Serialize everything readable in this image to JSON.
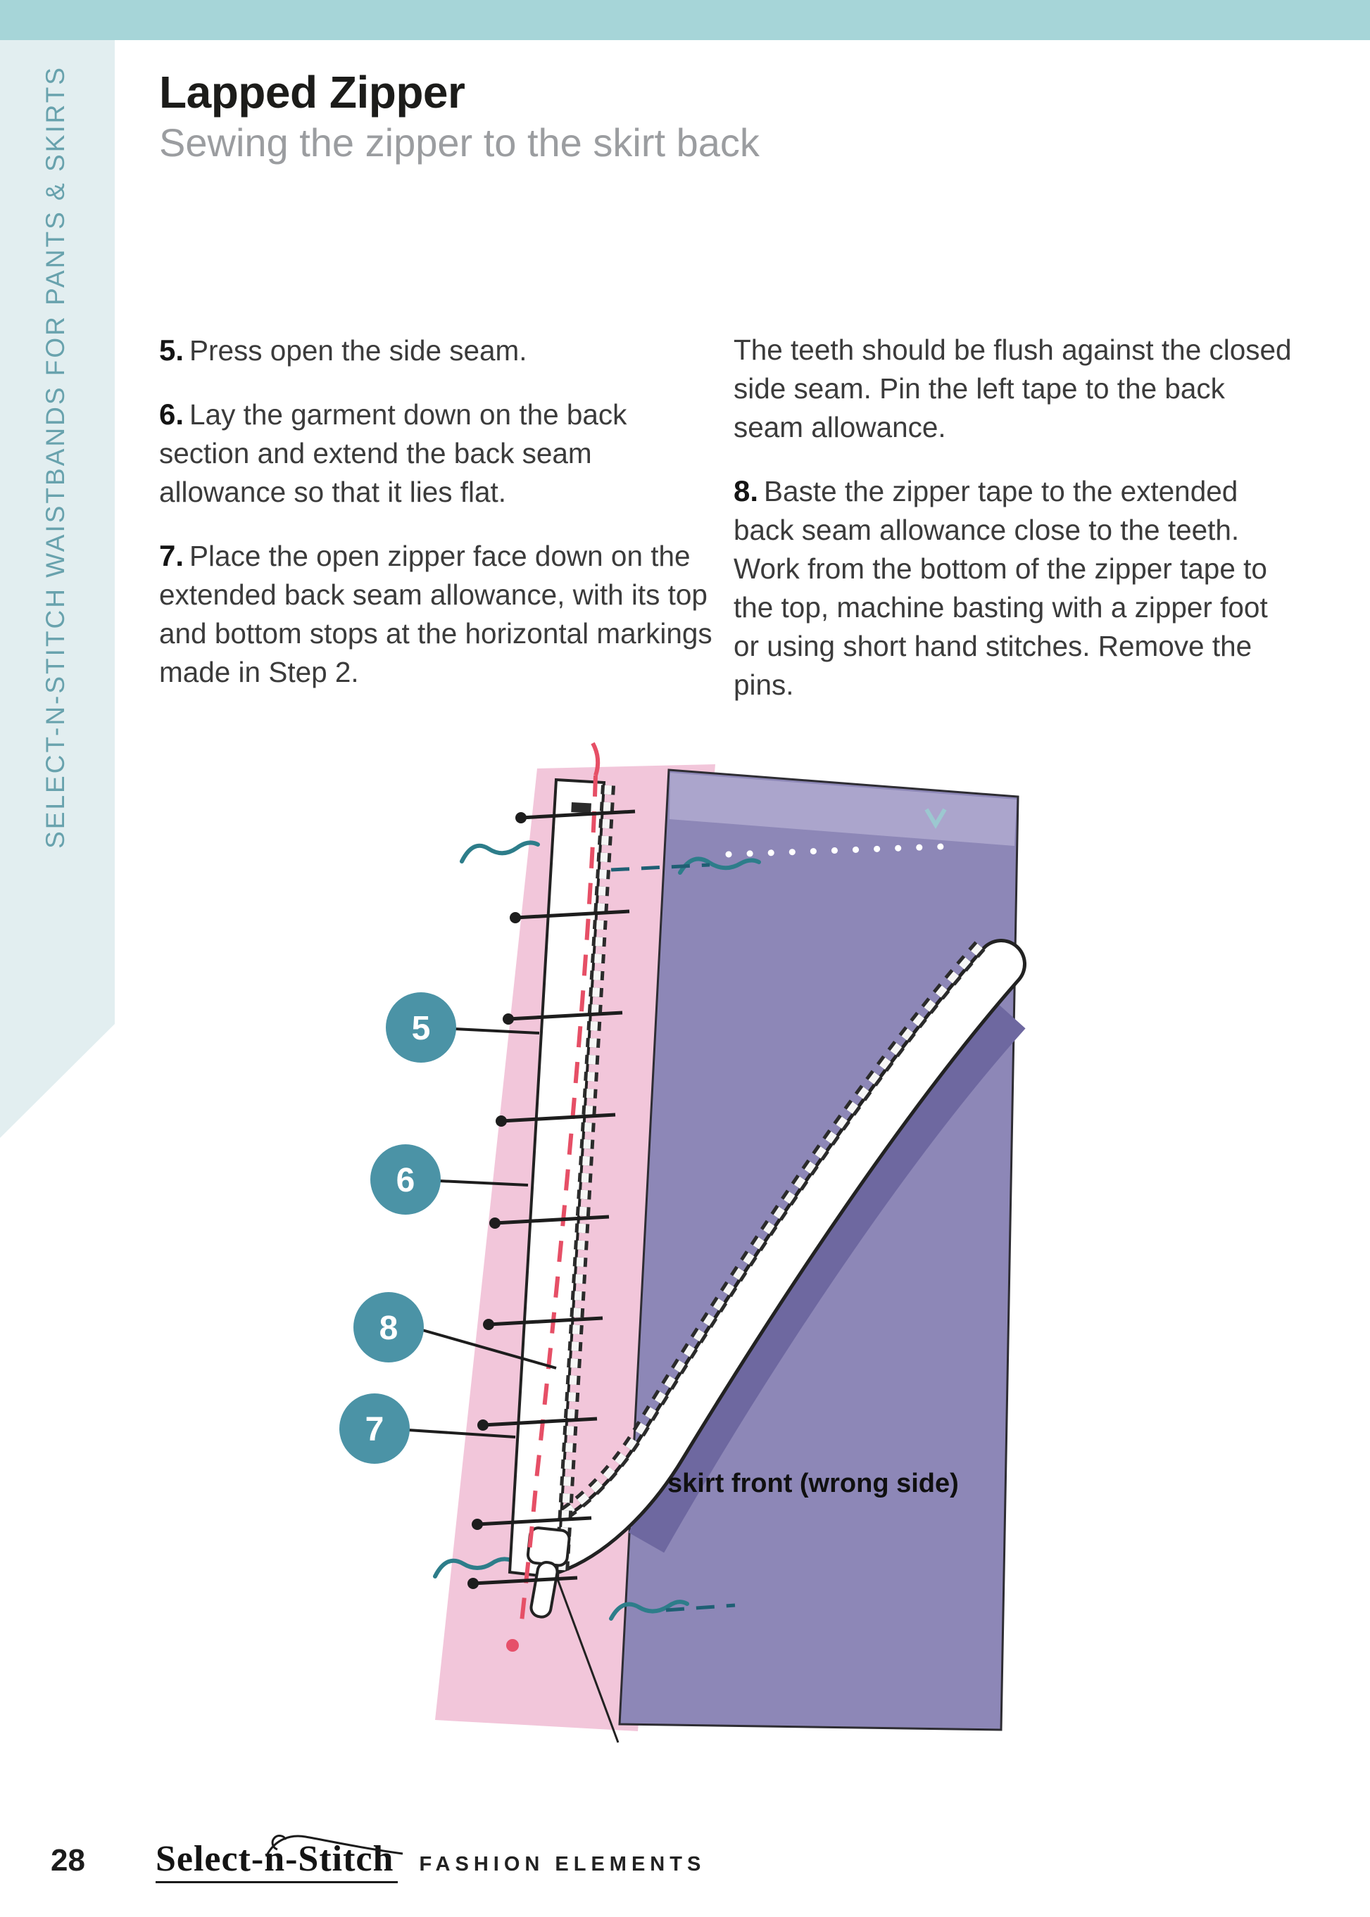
{
  "sidebar": {
    "vertical_text": "SELECT-N-STITCH WAISTBANDS FOR PANTS & SKIRTS"
  },
  "header": {
    "title": "Lapped Zipper",
    "subtitle": "Sewing the zipper to the skirt back"
  },
  "steps": {
    "left": [
      {
        "num": "5.",
        "text": "Press open the side seam."
      },
      {
        "num": "6.",
        "text": "Lay the garment down on the back section and extend the back seam allowance so that it lies flat."
      },
      {
        "num": "7.",
        "text": "Place the open zipper face down on the extended back seam allowance, with its top and bottom stops at the horizontal markings made in Step 2."
      }
    ],
    "right": [
      {
        "num": "",
        "text": "The teeth should be flush against the closed side seam. Pin the left tape to the back seam allowance."
      },
      {
        "num": "8.",
        "text": "Baste the zipper tape to the extended back seam allowance close to the teeth. Work from the bottom of the zipper tape to the top, machine basting with a zipper foot or using short hand stitches. Remove the pins."
      }
    ]
  },
  "figure": {
    "callouts": [
      "5",
      "6",
      "8",
      "7"
    ],
    "label": "skirt front (wrong side)"
  },
  "page": {
    "number": "28",
    "brand": "Select-n-Stitch",
    "brand_suffix": "FASHION ELEMENTS"
  },
  "colors": {
    "top_bar": "#a6d5d8",
    "sidebar_bg": "#e2eef0",
    "sidebar_text": "#68a2ad",
    "subtitle_gray": "#9b9da0",
    "callout_circle": "#4b93a6",
    "fabric_pink": "#f2c6da",
    "fabric_purple": "#8d87b7",
    "basting_red": "#e64f66",
    "thread_teal": "#2d7d8a"
  }
}
